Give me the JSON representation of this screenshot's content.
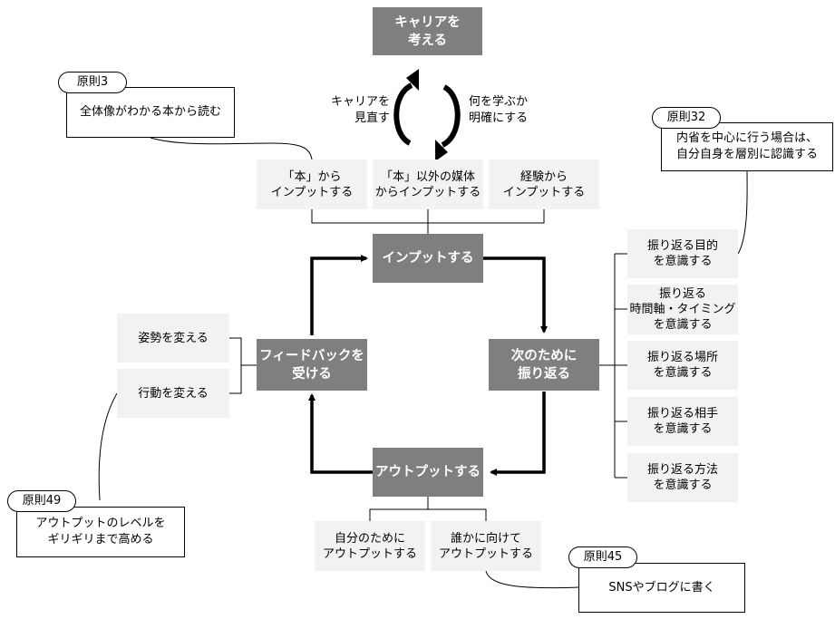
{
  "top": {
    "line1": "キャリアを",
    "line2": "考える"
  },
  "cycle": {
    "left_line1": "キャリアを",
    "left_line2": "見直す",
    "right_line1": "何を学ぶか",
    "right_line2": "明確にする"
  },
  "core": {
    "input": "インプットする",
    "reflect_line1": "次のために",
    "reflect_line2": "振り返る",
    "output": "アウトプットする",
    "feedback_line1": "フィードバックを",
    "feedback_line2": "受ける"
  },
  "input_methods": [
    {
      "line1": "「本」から",
      "line2": "インプットする"
    },
    {
      "line1": "「本」以外の媒体",
      "line2": "からインプットする"
    },
    {
      "line1": "経験から",
      "line2": "インプットする"
    }
  ],
  "reflect_items": [
    {
      "lines": [
        "振り返る目的",
        "を意識する"
      ]
    },
    {
      "lines": [
        "振り返る",
        "時間軸・タイミング",
        "を意識する"
      ]
    },
    {
      "lines": [
        "振り返る場所",
        "を意識する"
      ]
    },
    {
      "lines": [
        "振り返る相手",
        "を意識する"
      ]
    },
    {
      "lines": [
        "振り返る方法",
        "を意識する"
      ]
    }
  ],
  "feedback_items": [
    {
      "label": "姿勢を変える"
    },
    {
      "label": "行動を変える"
    }
  ],
  "output_items": [
    {
      "line1": "自分のために",
      "line2": "アウトプットする"
    },
    {
      "line1": "誰かに向けて",
      "line2": "アウトプットする"
    }
  ],
  "principles": [
    {
      "tag": "原則3",
      "line1": "全体像がわかる本から読む",
      "line2": ""
    },
    {
      "tag": "原則32",
      "line1": "内省を中心に行う場合は、",
      "line2": "自分自身を層別に認識する"
    },
    {
      "tag": "原則49",
      "line1": "アウトプットのレベルを",
      "line2": "ギリギリまで高める"
    },
    {
      "tag": "原則45",
      "line1": "SNSやブログに書く",
      "line2": ""
    }
  ]
}
